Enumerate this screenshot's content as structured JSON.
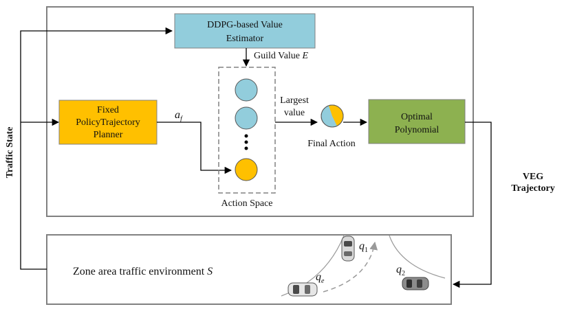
{
  "colors": {
    "frame": "#808080",
    "estimator_fill": "#92cddc",
    "planner_fill": "#ffc000",
    "optimal_fill": "#8db150",
    "circle_blue": "#92cddc",
    "circle_orange": "#ffc000",
    "arrow": "#000000"
  },
  "side_label": "Traffic State",
  "estimator": {
    "line1": "DDPG-based Value",
    "line2": "Estimator"
  },
  "guide_value": {
    "text": "Guild Value ",
    "symbol": "E"
  },
  "planner": {
    "line1": "Fixed",
    "line2": "PolicyTrajectory",
    "line3": "Planner"
  },
  "af_label": {
    "main": "a",
    "sub": "f"
  },
  "action_space_label": "Action Space",
  "largest_value": {
    "line1": "Largest",
    "line2": "value"
  },
  "final_action_label": "Final Action",
  "optimal": {
    "line1": "Optimal",
    "line2": "Polynomial"
  },
  "output_label": {
    "line1": "VEG",
    "line2": "Trajectory"
  },
  "environment": {
    "text": "Zone area traffic environment ",
    "symbol": "S"
  },
  "vehicle_labels": {
    "q1": {
      "main": "q",
      "sub": "1"
    },
    "qe": {
      "main": "q",
      "sub": "e"
    },
    "q2": {
      "main": "q",
      "sub": "2"
    }
  }
}
